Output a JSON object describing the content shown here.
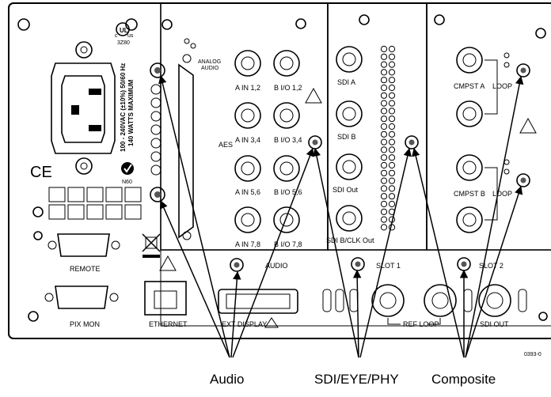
{
  "power": {
    "rating_line1": "100 - 240VAC (±10%) 50/60 Hz",
    "rating_line2": "140 WATTS MAXIMUM",
    "cert_small_1": "c",
    "cert_small_2": "us",
    "cert_code": "3Z80",
    "ce_mark": "CE",
    "n_code": "N60"
  },
  "rear_connectors": {
    "remote": "REMOTE",
    "pix_mon": "PIX MON",
    "ethernet": "ETHERNET",
    "ext_display": "EXT DISPLAY"
  },
  "analog_audio_module": {
    "title_line1": "ANALOG",
    "title_line2": "AUDIO",
    "aes": "AES",
    "bnc": [
      "A IN 1,2",
      "B I/O 1,2",
      "A IN 3,4",
      "B I/O 3,4",
      "A IN 5,6",
      "B I/O 5,6",
      "A IN 7,8",
      "B I/O 7,8"
    ],
    "slot": "AUDIO"
  },
  "sdi_module": {
    "sdi_a": "SDI A",
    "sdi_b": "SDI B",
    "sdi_out": "SDI Out",
    "sdi_b_clk_out": "SDI B/CLK Out",
    "slot": "SLOT 1"
  },
  "composite_module": {
    "cmpst_a": "CMPST A",
    "cmpst_b": "CMPST B",
    "loop_a": "LOOP",
    "loop_b": "LOOP",
    "slot": "SLOT 2"
  },
  "bottom_connectors": {
    "ref_loop": "REF LOOP",
    "sdi_out": "SDI OUT"
  },
  "figure_id": "0393-0",
  "callouts": {
    "audio": "Audio",
    "sdi": "SDI/EYE/PHY",
    "composite": "Composite"
  }
}
